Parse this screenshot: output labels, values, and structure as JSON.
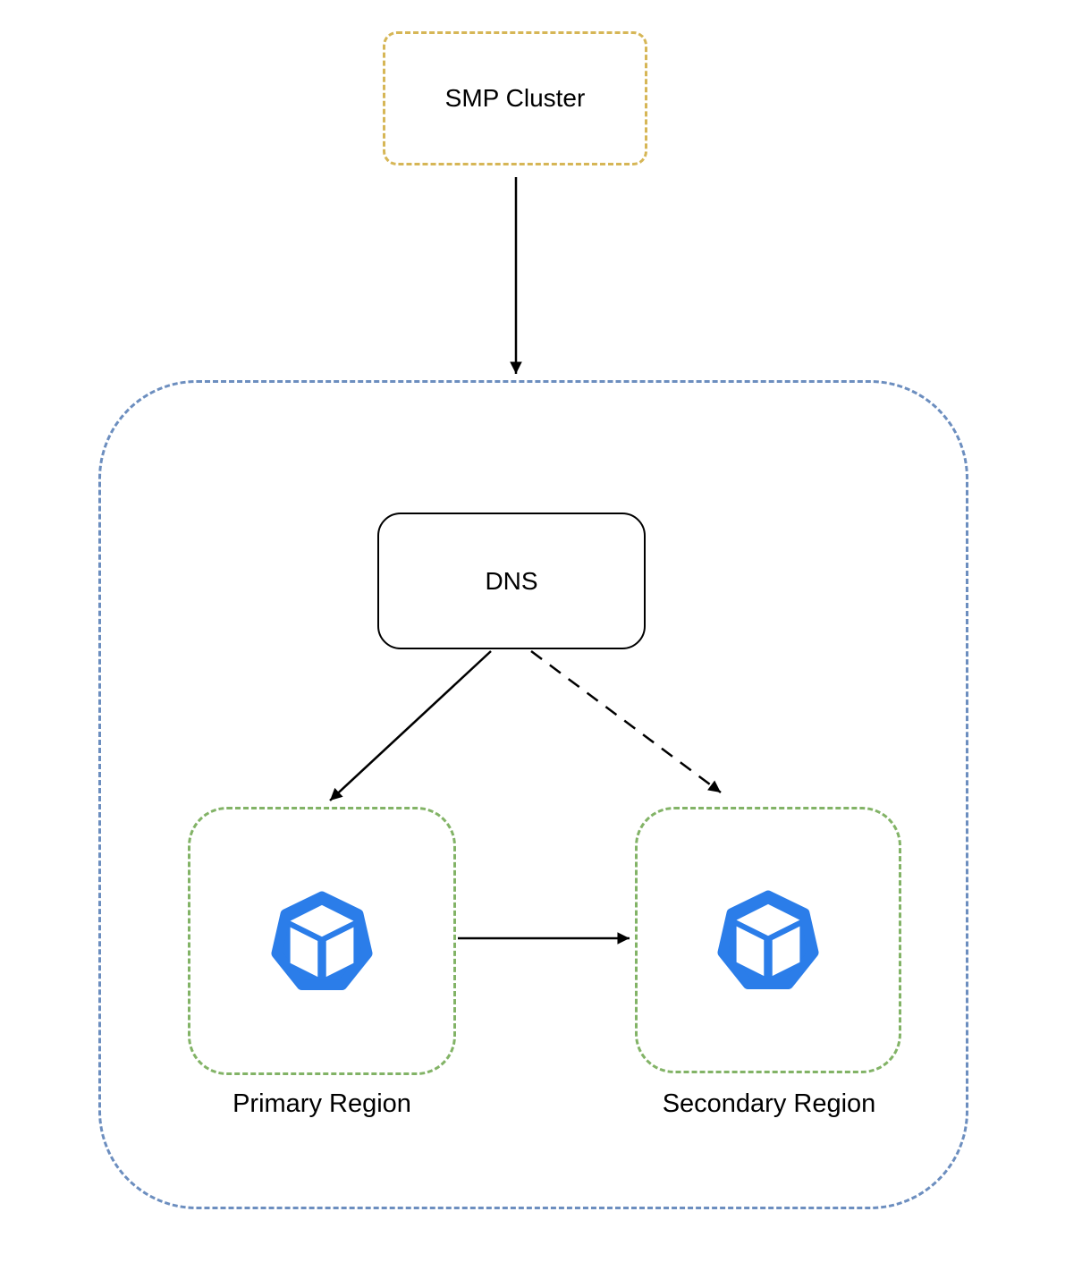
{
  "diagram": {
    "title": "SMP Cluster DNS multi-region failover diagram",
    "nodes": {
      "smp_cluster": {
        "label": "SMP Cluster",
        "border_style": "dashed"
      },
      "dns": {
        "label": "DNS",
        "border_style": "solid"
      },
      "primary_region": {
        "label": "Primary Region",
        "border_style": "dashed",
        "icon": "kubernetes-cube-icon"
      },
      "secondary_region": {
        "label": "Secondary Region",
        "border_style": "dashed",
        "icon": "kubernetes-cube-icon"
      }
    },
    "edges": [
      {
        "from": "smp_cluster",
        "to": "region_container",
        "style": "solid",
        "arrowhead": "filled"
      },
      {
        "from": "dns",
        "to": "primary_region",
        "style": "solid",
        "arrowhead": "filled"
      },
      {
        "from": "dns",
        "to": "secondary_region",
        "style": "dashed",
        "arrowhead": "filled"
      },
      {
        "from": "primary_region",
        "to": "secondary_region",
        "style": "solid",
        "arrowhead": "filled"
      }
    ]
  },
  "icons": {
    "region_icon": "kubernetes-cube-icon"
  },
  "colors": {
    "background": "#ffffff",
    "smp-border": "#d6b656",
    "container-border": "#6c8ebf",
    "region-border": "#82b366",
    "node-border": "#000000",
    "icon-blue": "#2b7de9",
    "arrow": "#000000",
    "text": "#000000"
  }
}
